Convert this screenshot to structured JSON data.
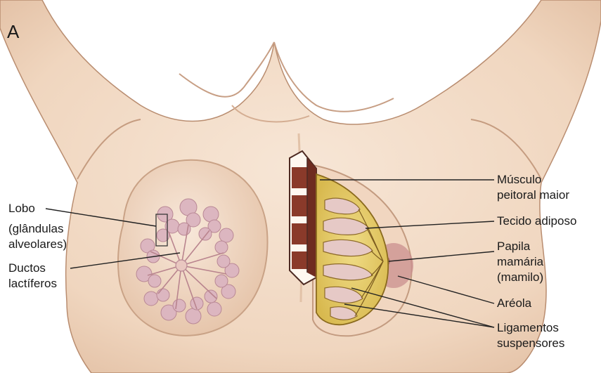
{
  "figure": {
    "panel_letter": "A",
    "labels": {
      "lobo": "Lobo",
      "glandulas_1": "(glândulas",
      "glandulas_2": "alveolares)",
      "ductos_1": "Ductos",
      "ductos_2": "lactíferos",
      "musculo_1": "Músculo",
      "musculo_2": "peitoral maior",
      "tecido": "Tecido adiposo",
      "papila_1": "Papila",
      "papila_2": "mamária",
      "papila_3": "(mamilo)",
      "areola": "Aréola",
      "ligamentos_1": "Ligamentos",
      "ligamentos_2": "suspensores"
    }
  },
  "colors": {
    "skin": "#f3dcc8",
    "skin_shadow": "#dcb79b",
    "muscle": "#8a3a2a",
    "fat": "#e7cf6f",
    "gland": "#d9b3bd",
    "areola": "#c98f8f",
    "leader": "#222222"
  }
}
